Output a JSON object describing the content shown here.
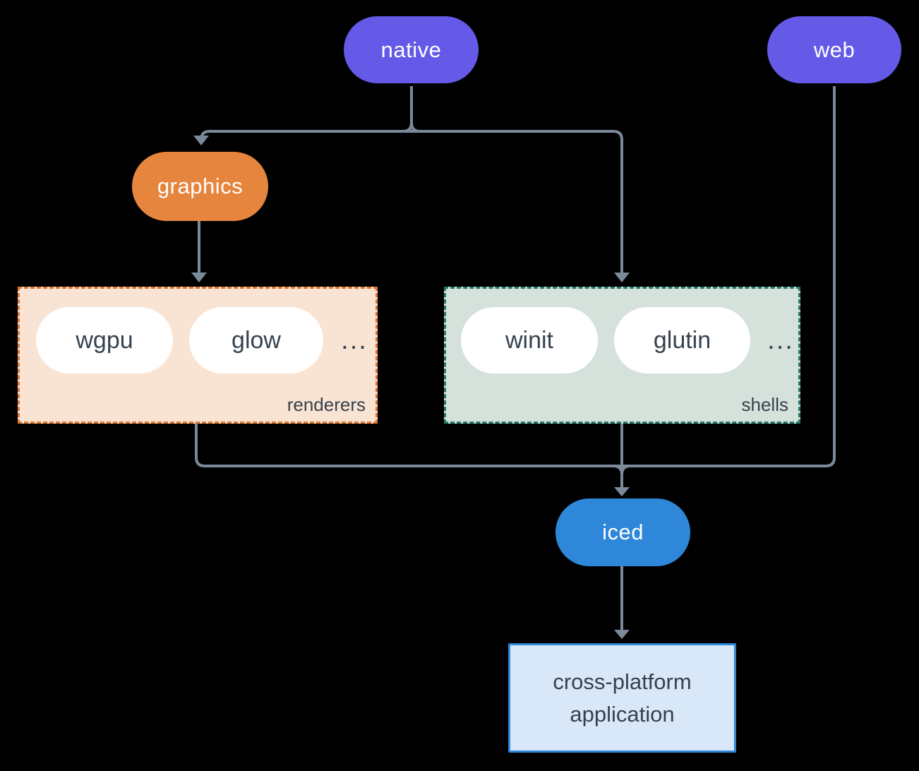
{
  "diagram": {
    "nodes": {
      "native": "native",
      "web": "web",
      "graphics": "graphics",
      "iced": "iced",
      "application_lines": [
        "cross-platform",
        "application"
      ]
    },
    "groups": {
      "renderers": {
        "label": "renderers",
        "items": [
          "wgpu",
          "glow"
        ],
        "ellipsis": "..."
      },
      "shells": {
        "label": "shells",
        "items": [
          "winit",
          "glutin"
        ],
        "ellipsis": "..."
      }
    },
    "colors": {
      "background": "#000000",
      "purple": "#655ae8",
      "orange": "#e5853e",
      "blue": "#2e87d8",
      "renderers_fill": "#f9e3d3",
      "renderers_border": "#e0772e",
      "shells_fill": "#d5e2dc",
      "shells_border": "#26786a",
      "app_fill": "#d8e8f8",
      "app_border": "#2f88d8",
      "line": "#7b8a9a",
      "dark_text": "#36424e",
      "white_text": "#ffffff"
    }
  }
}
